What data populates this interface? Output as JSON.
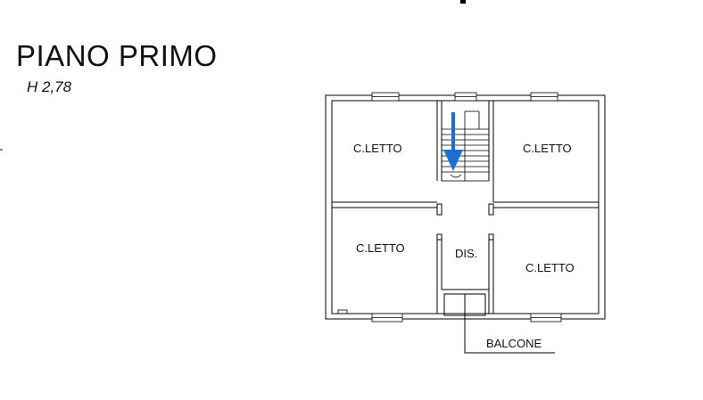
{
  "header": {
    "title": "PIANO PRIMO",
    "height_label": "H 2,78"
  },
  "rooms": {
    "top_left": "C.LETTO",
    "top_right": "C.LETTO",
    "bottom_left": "C.LETTO",
    "bottom_right": "C.LETTO",
    "corridor": "DIS."
  },
  "callouts": {
    "balcony": "BALCONE"
  },
  "colors": {
    "wall": "#000000",
    "stair_arrow": "#1a6fd6"
  }
}
